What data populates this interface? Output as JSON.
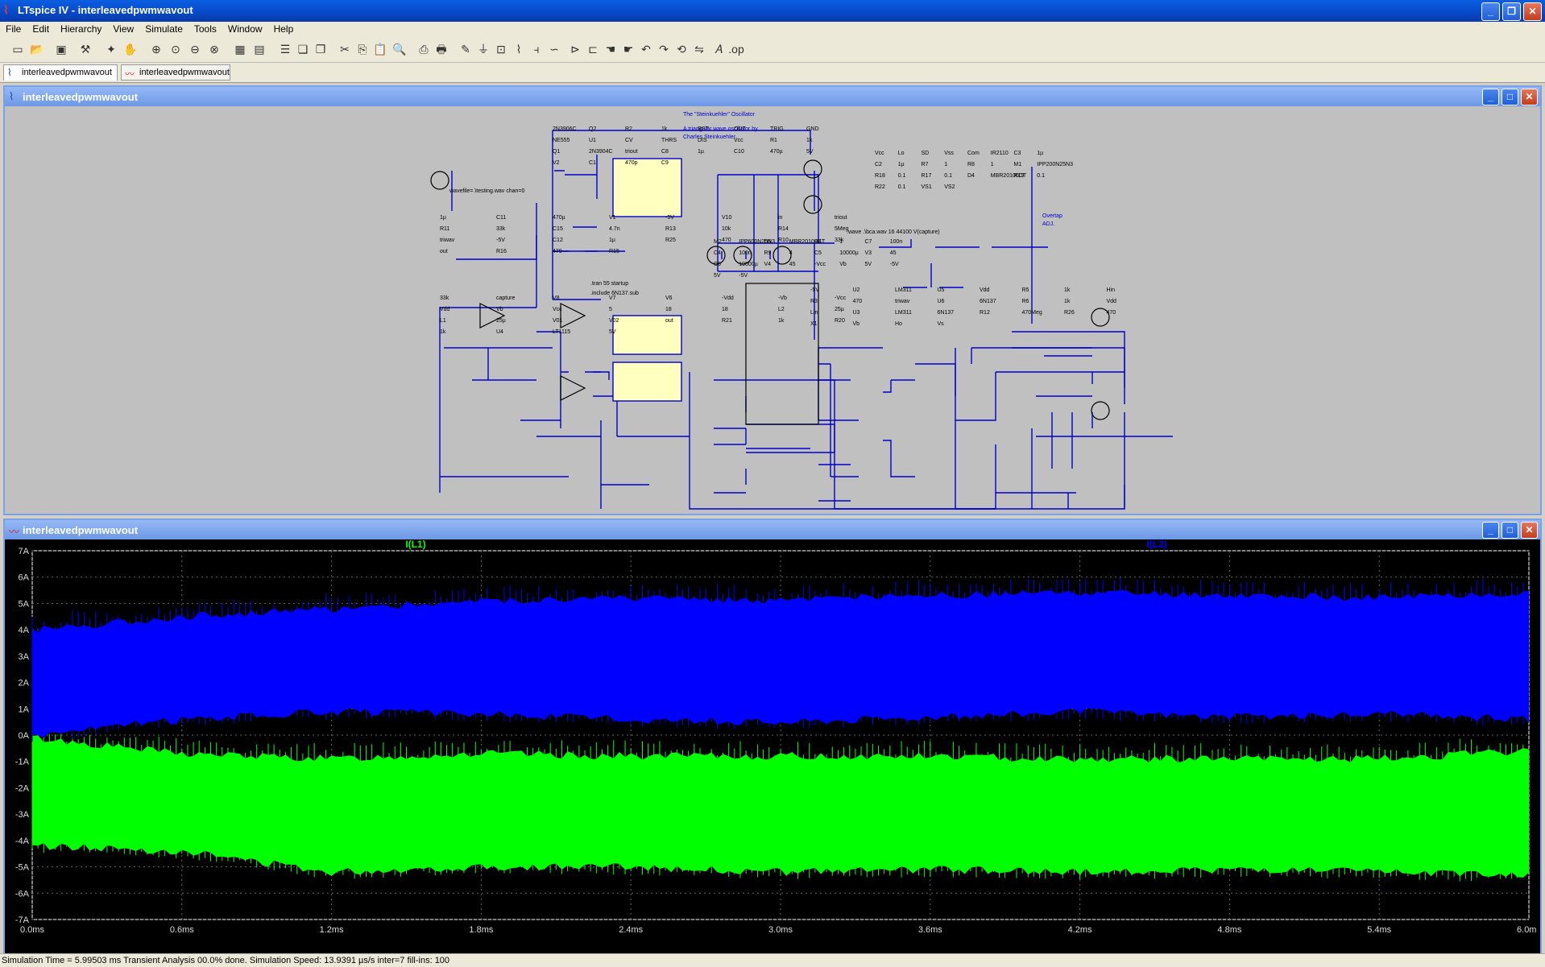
{
  "app": {
    "title": "LTspice IV - interleavedpwmwavout"
  },
  "menu": [
    "File",
    "Edit",
    "Hierarchy",
    "View",
    "Simulate",
    "Tools",
    "Window",
    "Help"
  ],
  "tabs": [
    {
      "label": "interleavedpwmwavout",
      "icon": "schematic-icon"
    },
    {
      "label": "interleavedpwmwavout",
      "icon": "waveform-icon"
    }
  ],
  "schematic_window": {
    "title": "interleavedpwmwavout"
  },
  "waveform_window": {
    "title": "interleavedpwmwavout"
  },
  "schematic": {
    "notes": [
      "The \"Steinkuehler\" Oscillator",
      "A triangular wave oscillator by",
      "Charles Steinkuehler.",
      ".wave .\\bca.wav 16 44100 V(capture)",
      ".tran 55 startup",
      ".include 6N137.sub",
      "wavefile=.\\testing.wav chan=0",
      "Overtap",
      "ADJ."
    ],
    "labels": [
      "2N3906C",
      "Q2",
      "R2",
      "1k",
      "RST",
      "OUT",
      "TRIG",
      "GND",
      "NE555",
      "U1",
      "CV",
      "THRS",
      "DIS",
      "Vcc",
      "R1",
      "1k",
      "Q1",
      "2N3904C",
      "triout",
      "C8",
      "1µ",
      "C10",
      "470µ",
      "5V",
      "V2",
      "C1",
      "470p",
      "C9",
      "1µ",
      "C11",
      "470µ",
      "V1",
      "-5V",
      "V10",
      "in",
      "triout",
      "R11",
      "33k",
      "C15",
      "4.7n",
      "R13",
      "10k",
      "R14",
      "5Meg",
      "triwav",
      "-5V",
      "C12",
      "1µ",
      "R25",
      "470",
      "R10",
      "33k",
      "out",
      "R16",
      "470",
      "R15",
      "33k",
      "capture",
      "V8",
      "V7",
      "V6",
      "-Vdd",
      "-Vb",
      "-Vcc",
      "Vdd",
      "Vb",
      "Vcc",
      "5",
      "18",
      "18",
      "L2",
      "25µ",
      "L1",
      "25µ",
      "V01",
      "V02",
      "out",
      "R21",
      "1k",
      "R20",
      "1k",
      "U4",
      "LT1115",
      "5V",
      "-5V",
      "U2",
      "LM311",
      "U5",
      "Vdd",
      "R5",
      "1k",
      "Hin",
      "R3",
      "470",
      "triwav",
      "U6",
      "6N137",
      "R6",
      "1k",
      "Vdd",
      "Lin",
      "U3",
      "LM311",
      "6N137",
      "R12",
      "470Meg",
      "R26",
      "470",
      "X1",
      "Vb",
      "Ho",
      "Vs",
      "Vcc",
      "Lo",
      "SD",
      "Vss",
      "Com",
      "IR2110",
      "C3",
      "1µ",
      "C2",
      "1µ",
      "R7",
      "1",
      "R8",
      "1",
      "M1",
      "IPP200N25N3",
      "R18",
      "0.1",
      "R17",
      "0.1",
      "D4",
      "MBR20100CT",
      "R19",
      "0.1",
      "R22",
      "0.1",
      "VS1",
      "VS2",
      "M2",
      "IPP600N25N3",
      "D5",
      "MBR20100CT",
      "R4",
      "1",
      "C7",
      "100n",
      "C4",
      "100n",
      "R9",
      "4",
      "C5",
      "10000µ",
      "V3",
      "45",
      "C6",
      "10000µ",
      "V4",
      "45",
      "-Vcc",
      "Vb",
      "5V",
      "-5V",
      "5V",
      "-5V"
    ]
  },
  "plot": {
    "traces": [
      {
        "name": "I(L1)",
        "color": "#00ff00"
      },
      {
        "name": "I(L2)",
        "color": "#0000ff"
      }
    ],
    "y_ticks": [
      "7A",
      "6A",
      "5A",
      "4A",
      "3A",
      "2A",
      "1A",
      "0A",
      "-1A",
      "-2A",
      "-3A",
      "-4A",
      "-5A",
      "-6A",
      "-7A"
    ],
    "x_ticks": [
      "0.0ms",
      "0.6ms",
      "1.2ms",
      "1.8ms",
      "2.4ms",
      "3.0ms",
      "3.6ms",
      "4.2ms",
      "4.8ms",
      "5.4ms",
      "6.0ms"
    ]
  },
  "chart_data": {
    "type": "line",
    "title": "",
    "xlabel": "",
    "ylabel": "",
    "xlim": [
      0,
      6.0
    ],
    "ylim": [
      -7,
      7
    ],
    "x_unit": "ms",
    "y_unit": "A",
    "grid": true,
    "legend_placement": "top",
    "series": [
      {
        "name": "I(L1)",
        "color": "#00ff00",
        "envelope": true,
        "x": [
          0,
          0.6,
          1.2,
          1.8,
          2.4,
          3.0,
          3.6,
          4.2,
          4.8,
          5.4,
          6.0
        ],
        "upper": [
          -0.1,
          -0.7,
          -0.9,
          -0.7,
          -0.8,
          -0.8,
          -0.8,
          -0.9,
          -0.9,
          -0.9,
          -0.6
        ],
        "lower": [
          -4.2,
          -4.4,
          -5.2,
          -5.0,
          -5.0,
          -5.2,
          -5.1,
          -5.2,
          -5.1,
          -5.2,
          -5.3
        ]
      },
      {
        "name": "I(L2)",
        "color": "#0000ff",
        "envelope": true,
        "x": [
          0,
          0.6,
          1.2,
          1.8,
          2.4,
          3.0,
          3.6,
          4.2,
          4.8,
          5.4,
          6.0
        ],
        "upper": [
          4.0,
          4.5,
          4.8,
          5.1,
          5.2,
          5.1,
          5.3,
          5.4,
          5.3,
          5.2,
          5.4
        ],
        "lower": [
          0.0,
          0.6,
          0.9,
          0.8,
          0.6,
          0.5,
          0.7,
          0.9,
          0.7,
          0.8,
          0.6
        ]
      }
    ]
  },
  "status": {
    "text": "Simulation Time = 5.99503 ms  Transient Analysis 00.0% done. Simulation Speed: 13.9391 µs/s inter=7 fill-ins: 100"
  },
  "colors": {
    "titlebar": "#0748c8",
    "schematic_bg": "#c0c0c0",
    "wire": "#0000c8",
    "chip_fill": "#ffffc0",
    "plot_bg": "#000000"
  }
}
